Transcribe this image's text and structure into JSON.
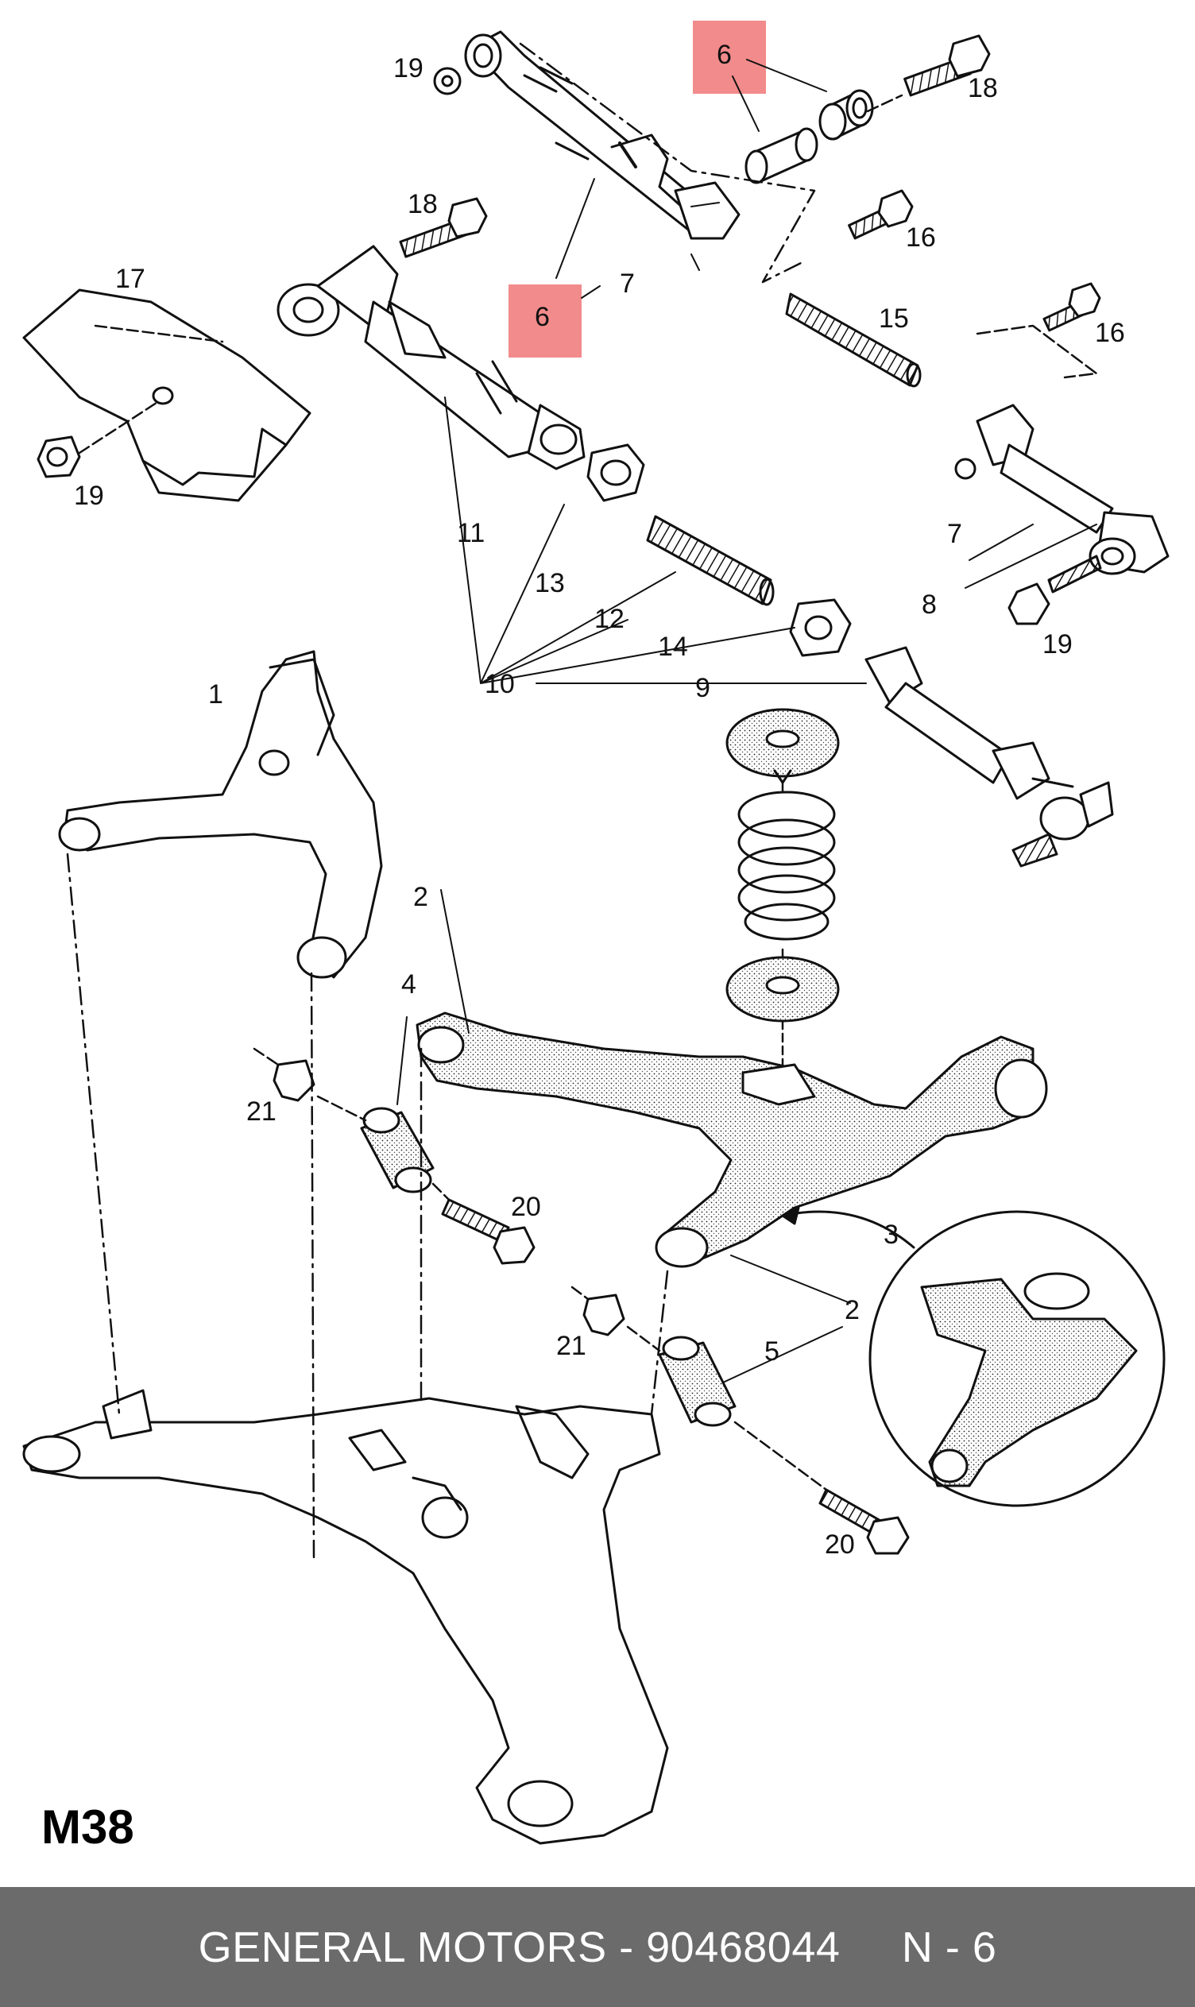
{
  "diagram": {
    "sheet_code": "M38",
    "highlight_color": "#f28b8b",
    "callouts": {
      "c1": "1",
      "c2a": "2",
      "c2b": "2",
      "c3": "3",
      "c4": "4",
      "c5": "5",
      "c6a": "6",
      "c6b": "6",
      "c7a": "7",
      "c7b": "7",
      "c8": "8",
      "c9": "9",
      "c10": "10",
      "c11": "11",
      "c12": "12",
      "c13": "13",
      "c14": "14",
      "c15": "15",
      "c16a": "16",
      "c16b": "16",
      "c17": "17",
      "c18a": "18",
      "c18b": "18",
      "c19a": "19",
      "c19b": "19",
      "c19c": "19",
      "c20a": "20",
      "c20b": "20",
      "c21a": "21",
      "c21b": "21"
    },
    "icons": [
      "control-arm-icon",
      "crossmember-icon",
      "coil-spring-icon",
      "bushing-icon",
      "bolt-icon",
      "nut-icon",
      "tie-rod-icon"
    ]
  },
  "footer": {
    "brand": "GENERAL MOTORS",
    "part_number": "90468044",
    "page": "N - 6",
    "full_text": "GENERAL MOTORS - 90468044     N - 6"
  }
}
